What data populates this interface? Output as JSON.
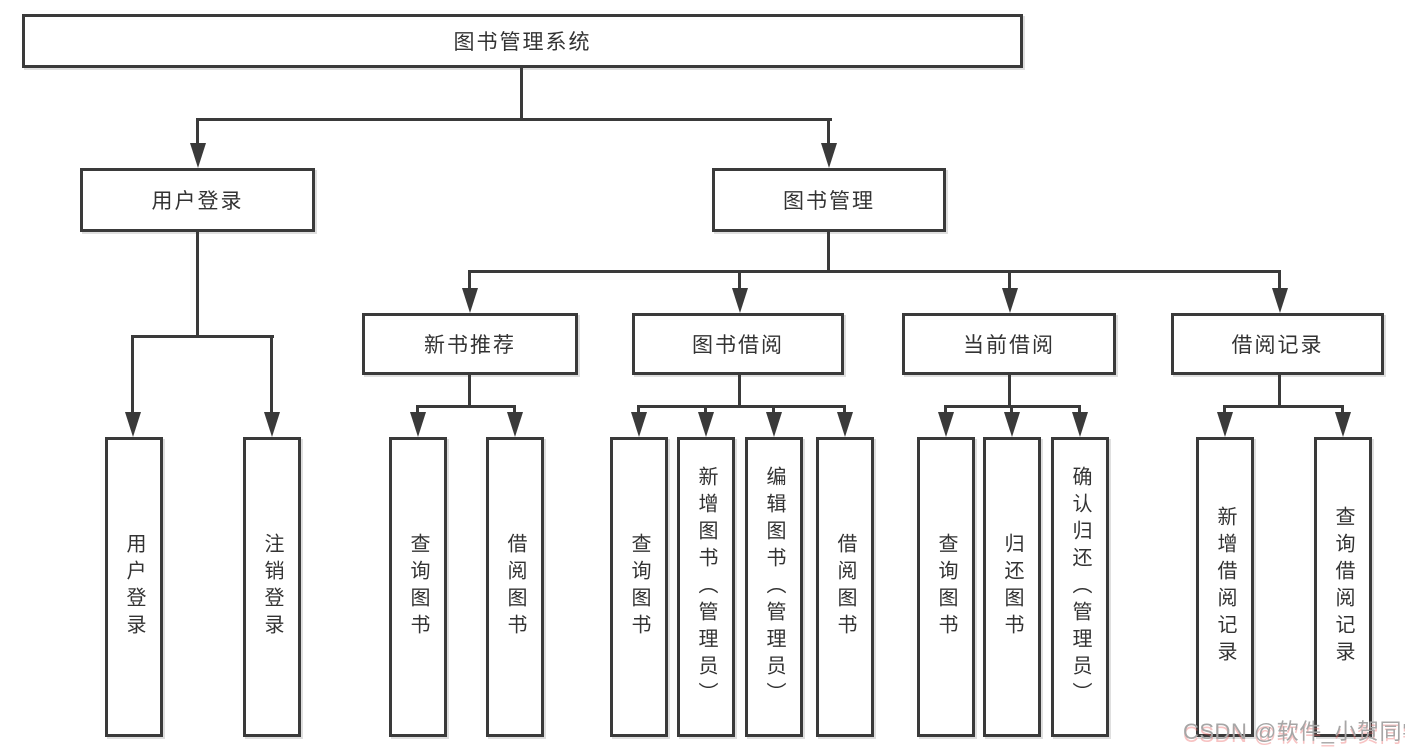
{
  "tree": {
    "label": "图书管理系统",
    "children": [
      {
        "label": "用户登录",
        "children": [
          {
            "label": "用户登录"
          },
          {
            "label": "注销登录"
          }
        ]
      },
      {
        "label": "图书管理",
        "children": [
          {
            "label": "新书推荐",
            "children": [
              {
                "label": "查询图书"
              },
              {
                "label": "借阅图书"
              }
            ]
          },
          {
            "label": "图书借阅",
            "children": [
              {
                "label": "查询图书"
              },
              {
                "label": "新增图书（管理员）"
              },
              {
                "label": "编辑图书（管理员）"
              },
              {
                "label": "借阅图书"
              }
            ]
          },
          {
            "label": "当前借阅",
            "children": [
              {
                "label": "查询图书"
              },
              {
                "label": "归还图书"
              },
              {
                "label": "确认归还（管理员）"
              }
            ]
          },
          {
            "label": "借阅记录",
            "children": [
              {
                "label": "新增借阅记录"
              },
              {
                "label": "查询借阅记录"
              }
            ]
          }
        ]
      }
    ]
  },
  "watermark": {
    "text": "CSDN @软件_小贺同学"
  },
  "colors": {
    "line": "#3a3a3a",
    "text": "#333333",
    "background": "#ffffff",
    "watermark": "#a6a6a6"
  }
}
